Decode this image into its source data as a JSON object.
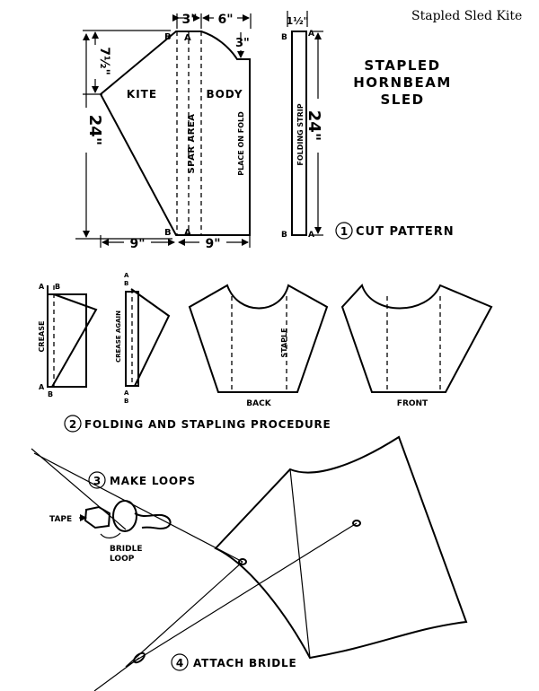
{
  "header": {
    "title": "Stapled Sled Kite"
  },
  "main_title": {
    "line1": "STAPLED",
    "line2": "HORNBEAM",
    "line3": "SLED"
  },
  "pattern": {
    "dim_top_left": "3\"",
    "dim_top_right": "6\"",
    "dim_notch": "3\"",
    "dim_side_upper": "7½\"",
    "dim_height": "24\"",
    "dim_bottom_left": "9\"",
    "dim_bottom_right": "9\"",
    "label_kite": "KITE",
    "label_body": "BODY",
    "label_spar": "SPAR AREA",
    "label_fold": "PLACE ON FOLD",
    "point_a": "A",
    "point_b": "B"
  },
  "strip": {
    "dim_width": "1½\"",
    "dim_height": "24\"",
    "label": "FOLDING STRIP"
  },
  "steps": {
    "s1_num": "1",
    "s1_text": "CUT PATTERN",
    "s2_num": "2",
    "s2_text": "FOLDING AND STAPLING PROCEDURE",
    "s3_num": "3",
    "s3_text": "MAKE LOOPS",
    "s4_num": "4",
    "s4_text": "ATTACH BRIDLE"
  },
  "folding": {
    "crease": "CREASE",
    "crease_again": "CREASE AGAIN",
    "staple": "STAPLE",
    "back": "BACK",
    "front": "FRONT"
  },
  "loops": {
    "tape": "TAPE",
    "bridle_1": "BRIDLE",
    "bridle_2": "LOOP"
  }
}
